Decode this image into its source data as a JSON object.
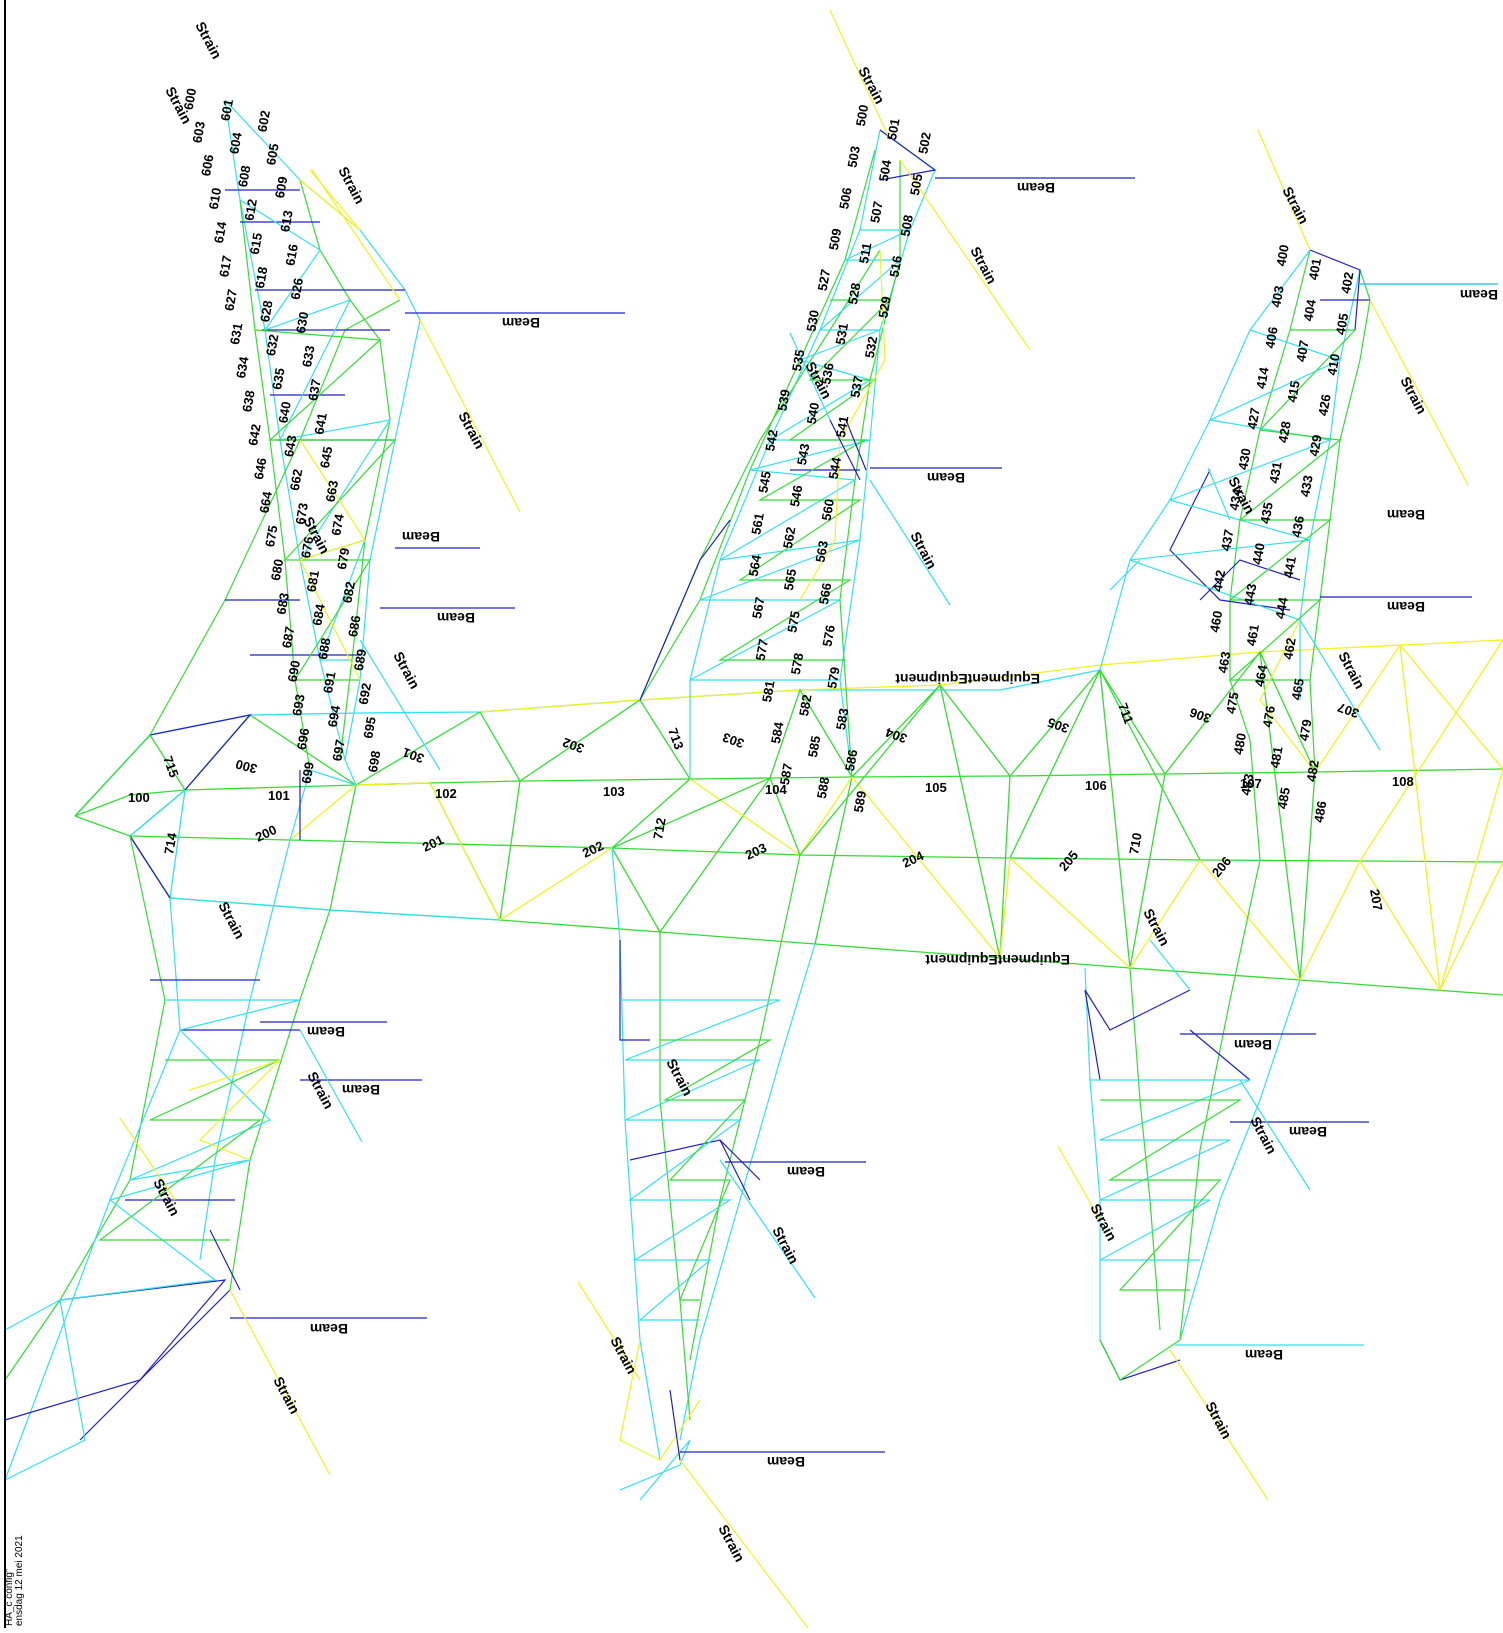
{
  "colors": {
    "cyan": "#33e0ee",
    "green": "#33dd33",
    "yellow": "#f2f220",
    "blue": "#2020cc"
  },
  "footer": {
    "line1": "HA_c config\"",
    "line2": "ensdag 12 mei 2021"
  },
  "tags": {
    "beam": "Beam",
    "strain": "Strain",
    "equipment": "EquipmentEquipment"
  },
  "members": {
    "deck": [
      "100",
      "101",
      "102",
      "103",
      "104",
      "105",
      "106",
      "107",
      "108",
      "200",
      "201",
      "202",
      "203",
      "204",
      "205",
      "206",
      "207",
      "300",
      "301",
      "302",
      "303",
      "304",
      "305",
      "306",
      "307"
    ],
    "diag": [
      "710",
      "711",
      "712",
      "713",
      "714",
      "715"
    ],
    "tower1": [
      "600",
      "601",
      "602",
      "603",
      "604",
      "605",
      "606",
      "608",
      "609",
      "610",
      "612",
      "613",
      "614",
      "615",
      "616",
      "617",
      "618",
      "626",
      "627",
      "628",
      "630",
      "631",
      "632",
      "633",
      "634",
      "635",
      "637",
      "638",
      "640",
      "641",
      "642",
      "643",
      "645",
      "646",
      "662",
      "663",
      "664",
      "673",
      "674",
      "675",
      "676",
      "679",
      "680",
      "681",
      "682",
      "683",
      "684",
      "686",
      "687",
      "688",
      "689",
      "690",
      "691",
      "692",
      "693",
      "694",
      "695",
      "696",
      "697",
      "698",
      "699"
    ],
    "tower2": [
      "500",
      "501",
      "502",
      "503",
      "504",
      "505",
      "506",
      "507",
      "508",
      "509",
      "511",
      "516",
      "527",
      "528",
      "529",
      "530",
      "531",
      "532",
      "535",
      "536",
      "537",
      "539",
      "540",
      "541",
      "542",
      "543",
      "544",
      "545",
      "546",
      "560",
      "561",
      "562",
      "563",
      "564",
      "565",
      "566",
      "567",
      "575",
      "576",
      "577",
      "578",
      "579",
      "581",
      "582",
      "583",
      "584",
      "585",
      "586",
      "587",
      "588",
      "589"
    ],
    "tower3": [
      "400",
      "401",
      "402",
      "403",
      "404",
      "405",
      "406",
      "407",
      "410",
      "414",
      "415",
      "426",
      "427",
      "428",
      "429",
      "430",
      "431",
      "433",
      "434",
      "435",
      "436",
      "437",
      "440",
      "441",
      "442",
      "443",
      "444",
      "460",
      "461",
      "462",
      "463",
      "464",
      "465",
      "475",
      "476",
      "479",
      "480",
      "481",
      "482",
      "483",
      "485",
      "486"
    ]
  }
}
